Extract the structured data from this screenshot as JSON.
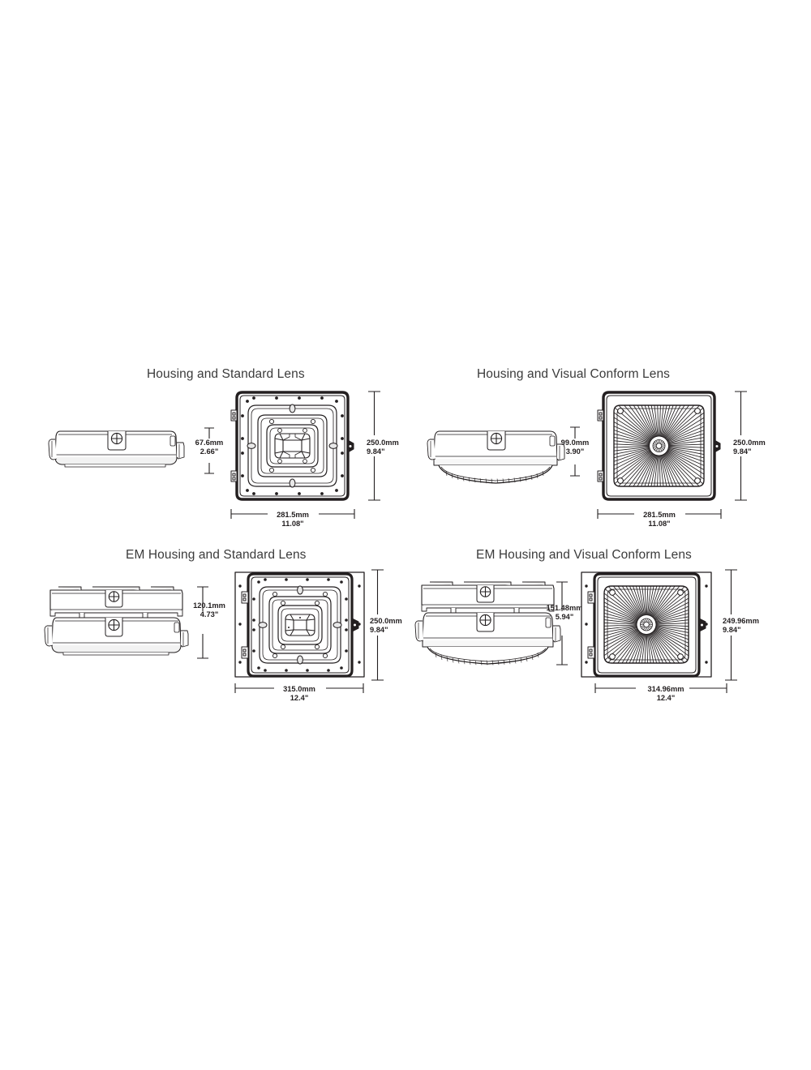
{
  "document": {
    "type": "dimensional-drawing-sheet",
    "background_color": "#ffffff",
    "line_color": "#231f20",
    "title_color": "#3b3b3b"
  },
  "panels": [
    {
      "id": "housing-standard-lens",
      "title": "Housing and Standard Lens",
      "lens_type": "standard",
      "emergency": false,
      "views": [
        "side-elevation",
        "front-plan"
      ],
      "dimensions": {
        "height": {
          "mm": "67.6mm",
          "inch": "2.66\"",
          "orientation": "vertical",
          "applies_to": "side-elevation"
        },
        "depth": {
          "mm": "250.0mm",
          "inch": "9.84\"",
          "orientation": "vertical",
          "applies_to": "front-plan"
        },
        "width": {
          "mm": "281.5mm",
          "inch": "11.08\"",
          "orientation": "horizontal",
          "applies_to": "front-plan"
        }
      }
    },
    {
      "id": "housing-visual-conform-lens",
      "title": "Housing and Visual Conform Lens",
      "lens_type": "visual-conform",
      "emergency": false,
      "views": [
        "side-elevation",
        "front-plan"
      ],
      "dimensions": {
        "height": {
          "mm": "99.0mm",
          "inch": "3.90\"",
          "orientation": "vertical",
          "applies_to": "side-elevation"
        },
        "depth": {
          "mm": "250.0mm",
          "inch": "9.84\"",
          "orientation": "vertical",
          "applies_to": "front-plan"
        },
        "width": {
          "mm": "281.5mm",
          "inch": "11.08\"",
          "orientation": "horizontal",
          "applies_to": "front-plan"
        }
      }
    },
    {
      "id": "em-housing-standard-lens",
      "title": "EM Housing and Standard Lens",
      "lens_type": "standard",
      "emergency": true,
      "views": [
        "side-elevation",
        "front-plan"
      ],
      "dimensions": {
        "height": {
          "mm": "120.1mm",
          "inch": "4.73\"",
          "orientation": "vertical",
          "applies_to": "side-elevation"
        },
        "depth": {
          "mm": "250.0mm",
          "inch": "9.84\"",
          "orientation": "vertical",
          "applies_to": "front-plan"
        },
        "width": {
          "mm": "315.0mm",
          "inch": "12.4\"",
          "orientation": "horizontal",
          "applies_to": "front-plan"
        }
      }
    },
    {
      "id": "em-housing-visual-conform-lens",
      "title": "EM Housing and Visual Conform Lens",
      "lens_type": "visual-conform",
      "emergency": true,
      "views": [
        "side-elevation",
        "front-plan"
      ],
      "dimensions": {
        "height": {
          "mm": "151.48mm",
          "inch": "5.94\"",
          "orientation": "vertical",
          "applies_to": "side-elevation"
        },
        "depth": {
          "mm": "249.96mm",
          "inch": "9.84\"",
          "orientation": "vertical",
          "applies_to": "front-plan"
        },
        "width": {
          "mm": "314.96mm",
          "inch": "12.4\"",
          "orientation": "horizontal",
          "applies_to": "front-plan"
        }
      }
    }
  ]
}
